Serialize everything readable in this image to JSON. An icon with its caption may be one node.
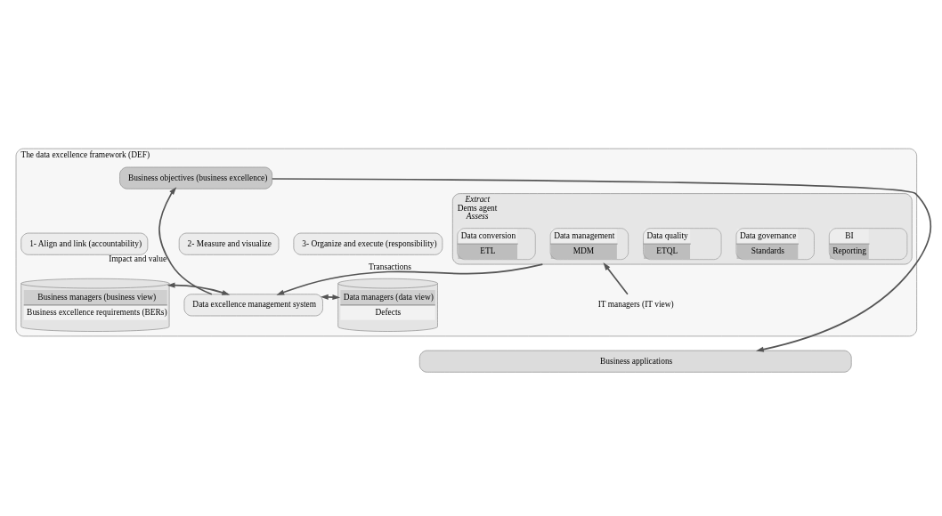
{
  "diagram": {
    "nodes": [
      {
        "text": [
          "The data excellence framework (DEF)"
        ]
      },
      {
        "text": [
          "Business objectives (business excellence)"
        ],
        "in": 0
      },
      {
        "text": [
          "1- Align and link (accountability)"
        ],
        "in": 0
      },
      {
        "text": [
          "2- Measure and visualize"
        ],
        "in": 0
      },
      {
        "text": [
          "3- Organize and execute (responsibility)"
        ],
        "in": 0
      },
      {
        "text": [
          "Business managers (business view)",
          "Business excellence requirements (BERs)"
        ],
        "in": 0
      },
      {
        "text": [
          "Data excellence management system"
        ],
        "in": 0
      },
      {
        "text": [
          "Data managers (data view)",
          "Defects"
        ],
        "in": 0
      },
      {
        "text": [
          "Extract",
          "Dems agent",
          "Assess"
        ],
        "in": 0
      },
      {
        "text": [
          "Data conversion",
          "ETL"
        ],
        "in": 8
      },
      {
        "text": [
          "Data quality",
          "ETQL"
        ],
        "in": 8
      },
      {
        "text": [
          "Data management",
          "MDM"
        ],
        "in": 8
      },
      {
        "text": [
          "Data governance",
          "Standards"
        ],
        "in": 8
      },
      {
        "text": [
          "BI",
          "Reporting"
        ],
        "in": 8
      },
      {
        "text": [
          "IT managers (IT view)"
        ],
        "in": 0
      },
      {
        "text": [
          "Business applications"
        ]
      }
    ],
    "edges": [
      {
        "from": 5,
        "to": 6,
        "arrow": "both"
      },
      {
        "from": 6,
        "to": 7,
        "arrow": "both"
      },
      {
        "from": 6,
        "to": 1,
        "arrow": "to",
        "label": "Impact and value"
      },
      {
        "from": 8,
        "to": 6,
        "arrow": "to",
        "label": "Transactions"
      },
      {
        "from": 14,
        "to": 8,
        "arrow": "to"
      },
      {
        "from": 1,
        "to": 15,
        "arrow": "to"
      }
    ]
  }
}
